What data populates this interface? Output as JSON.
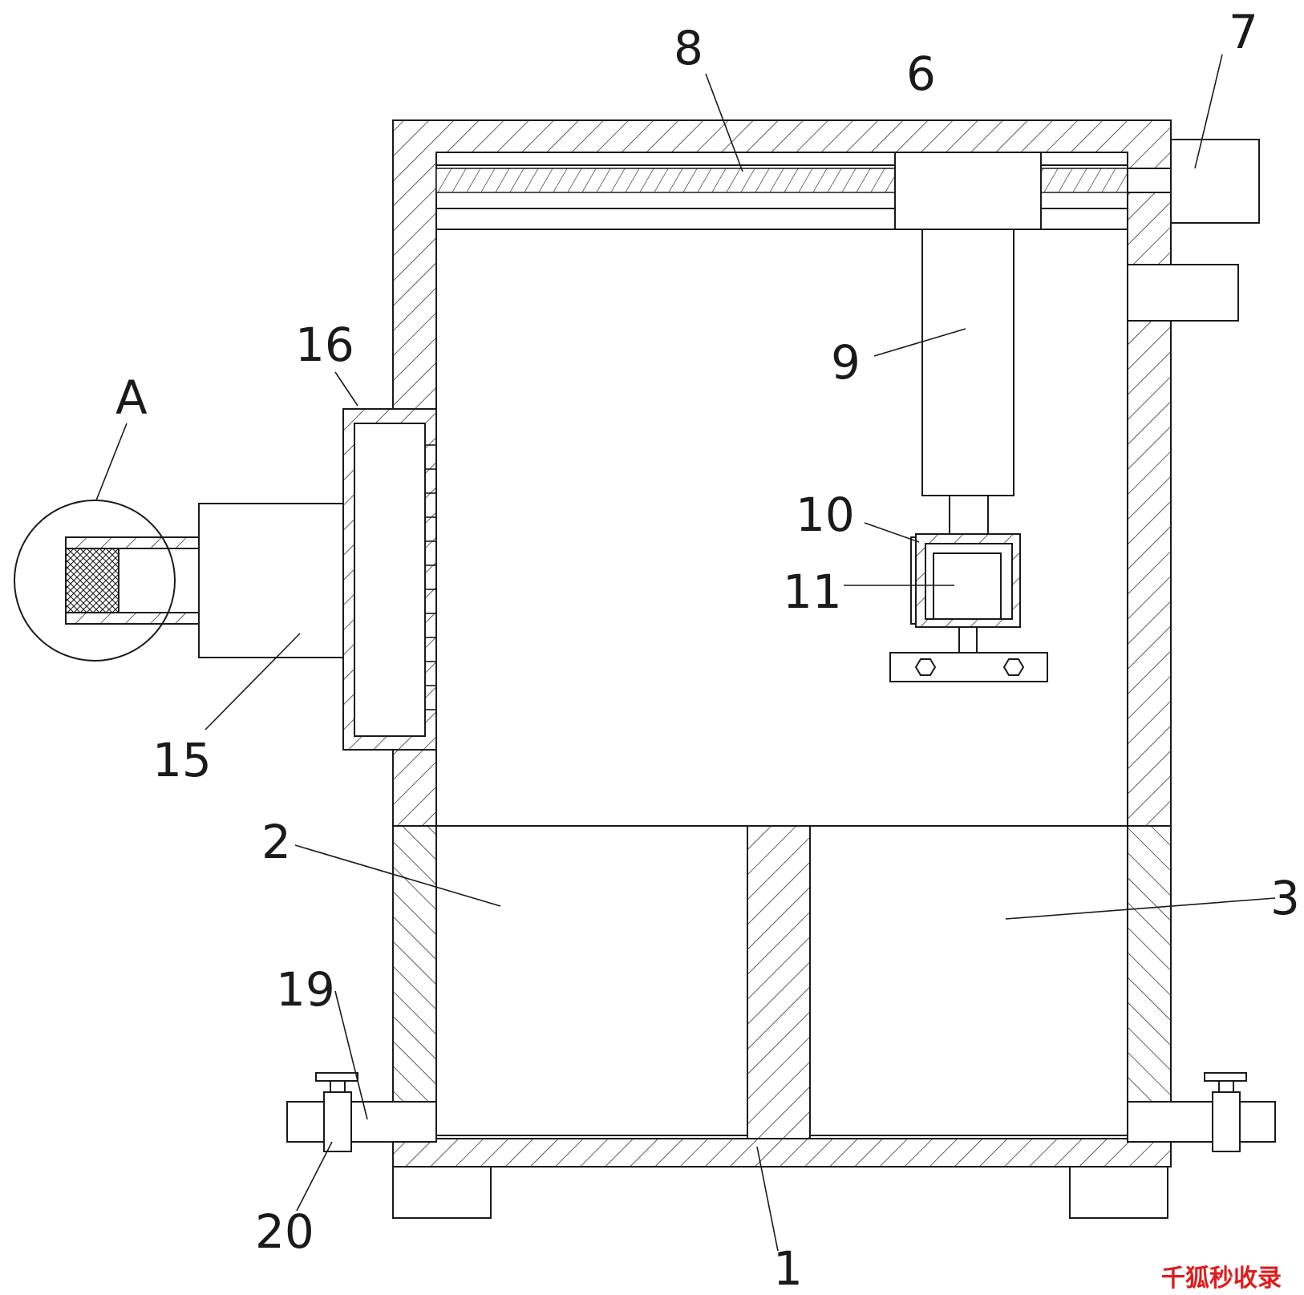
{
  "labels": {
    "l1": "1",
    "l2": "2",
    "l3": "3",
    "l6": "6",
    "l7": "7",
    "l8": "8",
    "l9": "9",
    "l10": "10",
    "l11": "11",
    "l15": "15",
    "l16": "16",
    "l19": "19",
    "l20": "20",
    "lA": "A"
  },
  "watermark": "千狐秒收录",
  "colors": {
    "line": "#1a1a1a",
    "background": "#ffffff",
    "watermark": "#e01c1c"
  }
}
